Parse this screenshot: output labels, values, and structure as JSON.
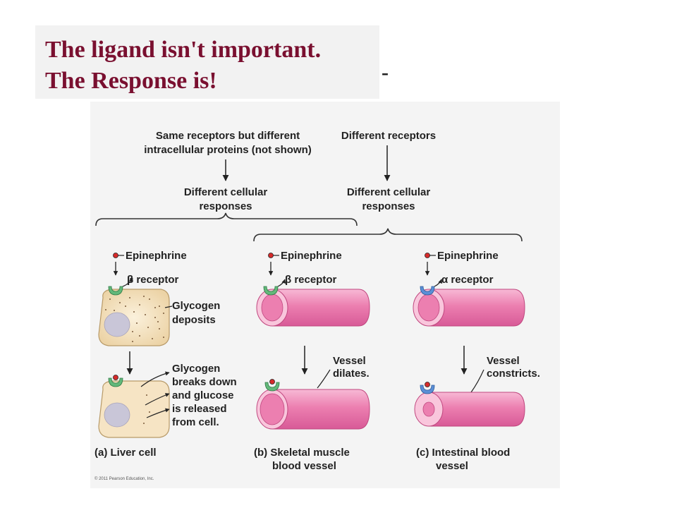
{
  "slide": {
    "title_line1": "The ligand isn't important.",
    "title_line2": "The Response is!",
    "stray_dash": "-",
    "title_fragment": "p"
  },
  "figure": {
    "header_left": [
      "Same receptors but different",
      "intracellular proteins (not shown)"
    ],
    "header_right": "Different receptors",
    "resp_left": [
      "Different cellular",
      "responses"
    ],
    "resp_right": [
      "Different cellular",
      "responses"
    ],
    "panels": [
      {
        "ligand": "Epinephrine",
        "receptor": "β receptor",
        "note1": [
          "Glycogen",
          "deposits"
        ],
        "note2": [
          "Glycogen",
          "breaks down",
          "and glucose",
          "is released",
          "from cell."
        ],
        "caption": [
          "(a) Liver cell"
        ]
      },
      {
        "ligand": "Epinephrine",
        "receptor": "β receptor",
        "note2": [
          "Vessel",
          "dilates."
        ],
        "caption": [
          "(b) Skeletal muscle",
          "blood vessel"
        ]
      },
      {
        "ligand": "Epinephrine",
        "receptor": "α receptor",
        "note2": [
          "Vessel",
          "constricts."
        ],
        "caption": [
          "(c) Intestinal blood",
          "vessel"
        ]
      }
    ],
    "copyright": "© 2011 Pearson Education, Inc."
  },
  "colors": {
    "title": "#7a1030",
    "vessel_pink": "#ec7fb0",
    "cell_fill": "#f3e2c0",
    "nucleus": "#c9c6d8",
    "beta_receptor": "#63b87a",
    "alpha_receptor": "#5b8fd6",
    "ligand": "#d62b2b"
  }
}
